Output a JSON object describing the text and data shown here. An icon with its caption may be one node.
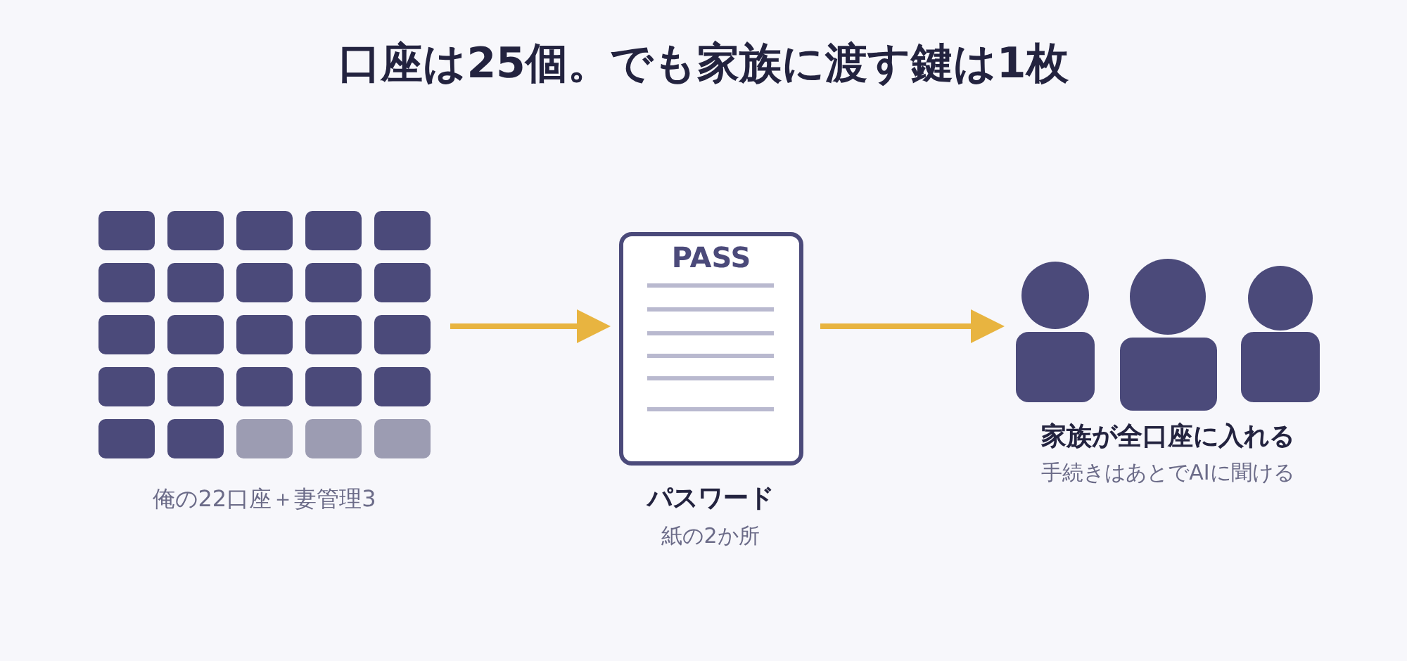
{
  "diagram": {
    "title": "口座は25個。でも家族に渡す鍵は1枚",
    "nodes": [
      {
        "text": [],
        "shape": "box",
        "beside": [
          "俺の22口座＋妻管理3"
        ]
      },
      {
        "text": [
          "PASS"
        ],
        "beside": [
          "パスワード",
          "紙の2か所"
        ]
      },
      {
        "text": [],
        "shape": "person",
        "beside": [
          "家族が全口座に入れる",
          "手続きはあとでAIに聞ける"
        ]
      }
    ],
    "edges": [
      {
        "from": 0,
        "to": 1,
        "arrow": "to"
      },
      {
        "from": 1,
        "to": 2,
        "arrow": "to"
      }
    ]
  }
}
